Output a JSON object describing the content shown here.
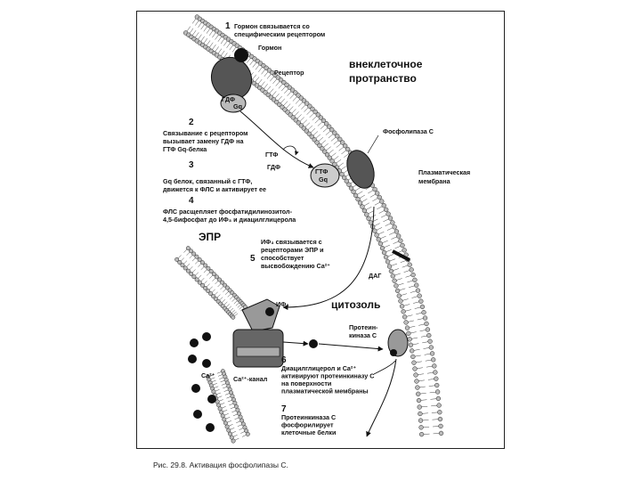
{
  "extracellular": [
    "внеклеточное",
    "протранство"
  ],
  "cytosol": "цитозоль",
  "er_label": "ЭПР",
  "membrane_label": [
    "Плазматическая",
    "мембрана"
  ],
  "steps": [
    {
      "num": "1",
      "lines": [
        "Гормон связывается со",
        "специфическим рецептором"
      ]
    },
    {
      "num": "2",
      "lines": [
        "Связывание с рецептором",
        "вызывает замену ГДФ на",
        "ГТФ Gq-белка"
      ]
    },
    {
      "num": "3",
      "lines": [
        "Gq белок, связанный с ГТФ,",
        "движется к ФЛС и активирует ее"
      ]
    },
    {
      "num": "4",
      "lines": [
        "ФЛС расщепляет фосфатидилинозитол-",
        "4,5-бифосфат до ИФ₃ и диацилглицерола"
      ]
    },
    {
      "num": "5",
      "lines": [
        "ИФ₃ связывается с",
        "рецепторами ЭПР и",
        "способствует",
        "высвобождению Ca²⁺"
      ]
    },
    {
      "num": "6",
      "lines": [
        "Диацилглицерол и Ca²⁺",
        "активируют протеинкиназу С",
        "на поверхности",
        "плазматической мембраны"
      ]
    },
    {
      "num": "7",
      "lines": [
        "Протеинкиназа С",
        "фосфорилирует",
        "клеточные белки"
      ]
    }
  ],
  "labels": {
    "hormone": "Гормон",
    "receptor": "Рецептор",
    "gdp": "ГДФ",
    "gq": "Gq",
    "gtp": "ГТФ",
    "plc": "Фосфолипаза С",
    "dag": "ДАГ",
    "ip3": "ИФ₃",
    "ca": "Ca²⁺",
    "ca_channel": "Ca²⁺-канал",
    "pkc": [
      "Протеин-",
      "киназа С"
    ]
  },
  "caption": "Рис. 29.8. Активация фосфолипазы С."
}
